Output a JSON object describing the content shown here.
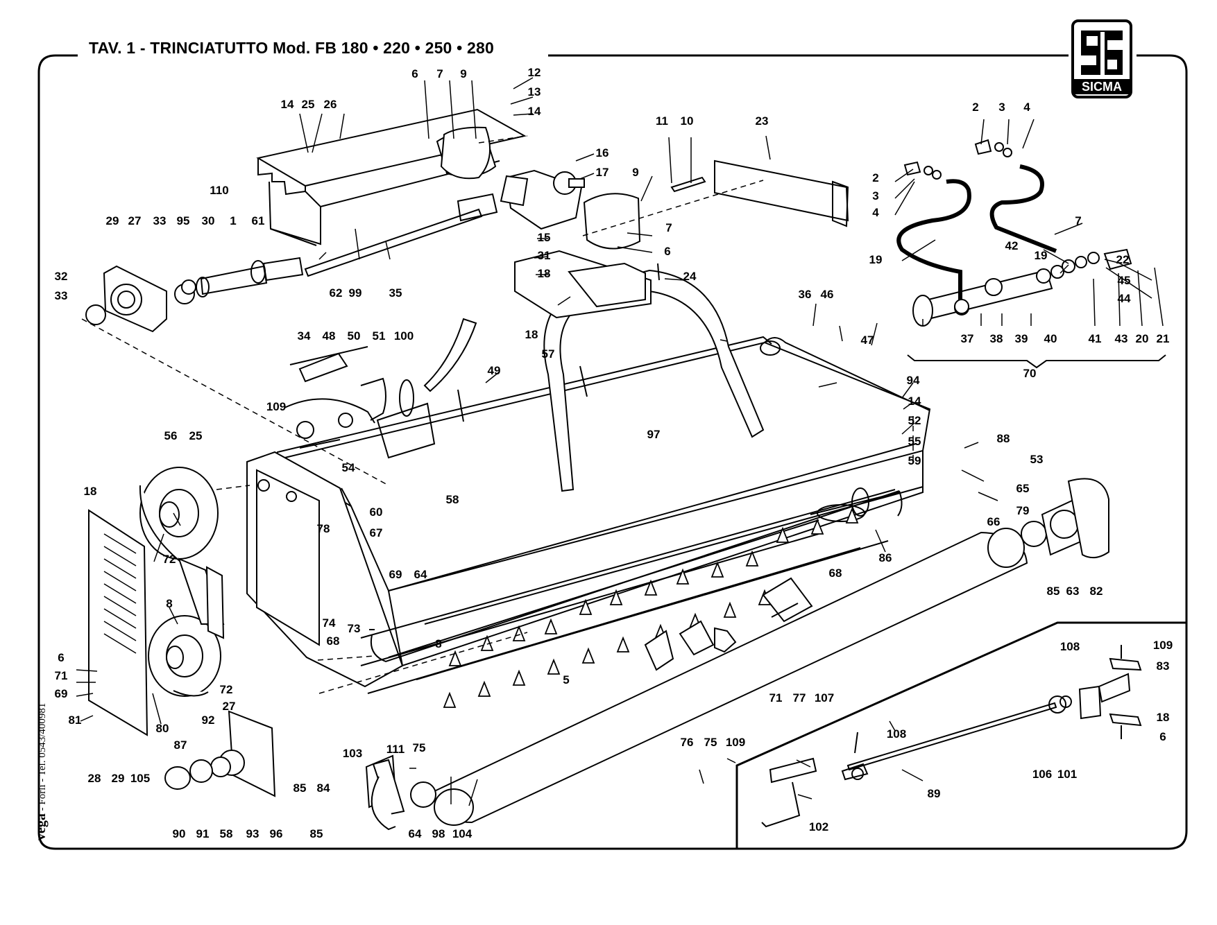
{
  "title": "TAV. 1  -  TRINCIATUTTO Mod. FB 180 • 220 • 250 • 280",
  "brand": "SICMA",
  "credit": {
    "brand": "vega",
    "text": " - Forlì - Tel. 0543/400981"
  },
  "part_labels": [
    "6",
    "7",
    "9",
    "12",
    "13",
    "14",
    "14",
    "25",
    "26",
    "16",
    "17",
    "11",
    "10",
    "23",
    "2",
    "3",
    "4",
    "2",
    "3",
    "4",
    "9",
    "110",
    "29",
    "27",
    "33",
    "95",
    "30",
    "1",
    "61",
    "15",
    "7",
    "19",
    "19",
    "32",
    "31",
    "6",
    "22",
    "42",
    "33",
    "18",
    "24",
    "45",
    "44",
    "7",
    "62",
    "99",
    "35",
    "36",
    "46",
    "37",
    "38",
    "39",
    "40",
    "41",
    "43",
    "20",
    "21",
    "34",
    "48",
    "50",
    "51",
    "100",
    "18",
    "47",
    "57",
    "70",
    "49",
    "94",
    "14",
    "52",
    "109",
    "97",
    "55",
    "56",
    "25",
    "59",
    "88",
    "53",
    "54",
    "18",
    "58",
    "65",
    "60",
    "79",
    "66",
    "67",
    "78",
    "86",
    "72",
    "68",
    "69",
    "64",
    "85",
    "63",
    "82",
    "8",
    "74",
    "68",
    "73",
    "8",
    "6",
    "71",
    "5",
    "69",
    "72",
    "71",
    "77",
    "107",
    "108",
    "109",
    "83",
    "81",
    "80",
    "27",
    "111",
    "75",
    "76",
    "75",
    "109",
    "18",
    "92",
    "87",
    "103",
    "108",
    "6",
    "85",
    "84",
    "28",
    "29",
    "105",
    "106",
    "101",
    "89",
    "90",
    "91",
    "58",
    "93",
    "96",
    "85",
    "64",
    "98",
    "104",
    "102"
  ]
}
